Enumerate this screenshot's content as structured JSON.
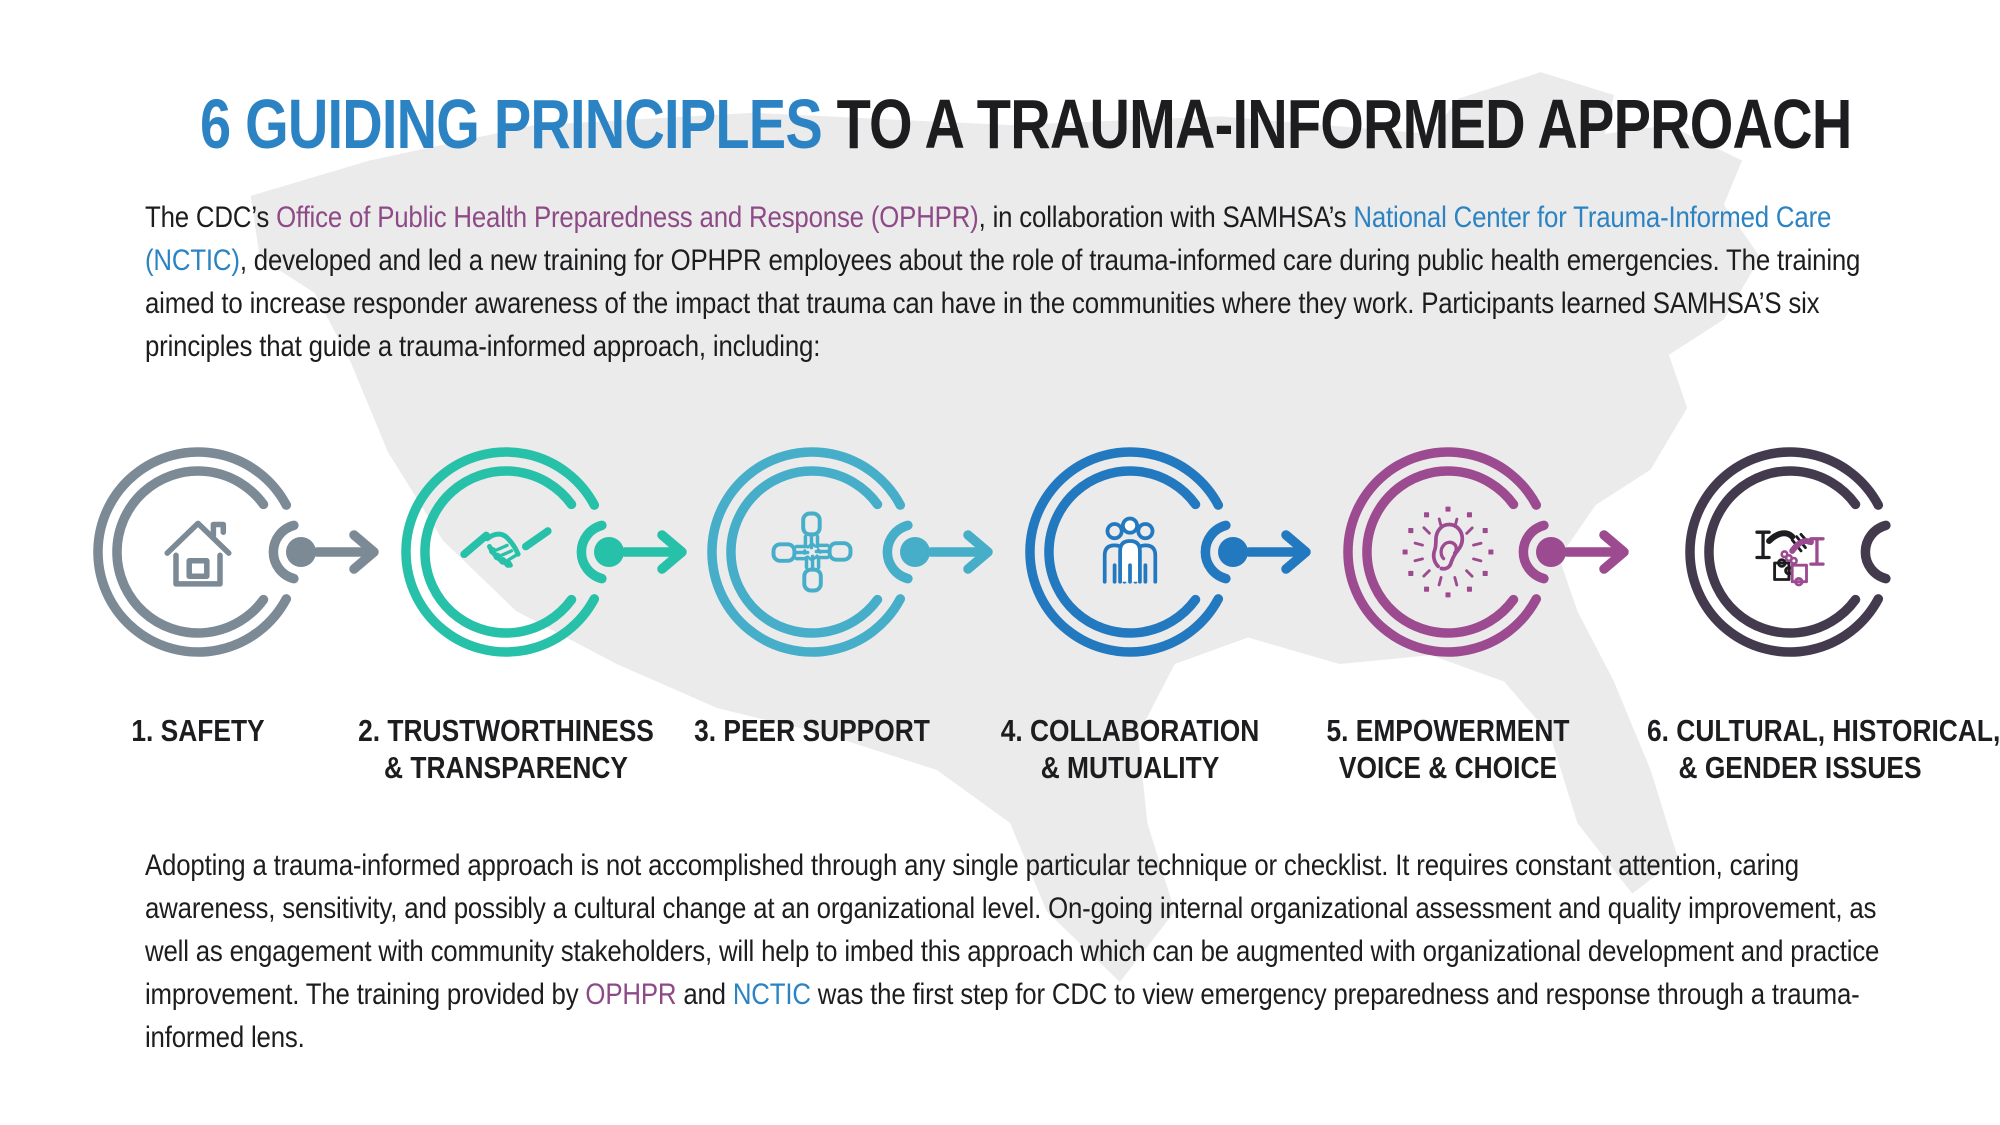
{
  "title": {
    "highlight": "6 GUIDING PRINCIPLES",
    "rest": " TO A TRAUMA-INFORMED APPROACH"
  },
  "intro": {
    "segments": [
      {
        "text": "The CDC’s ",
        "style": "default"
      },
      {
        "text": "Office of Public Health Preparedness and Response (OPHPR)",
        "style": "purple"
      },
      {
        "text": ", in collaboration with SAMHSA’s ",
        "style": "default"
      },
      {
        "text": "National Center for Trauma-Informed Care (NCTIC)",
        "style": "blue"
      },
      {
        "text": ", developed and led a new training for OPHPR employees about the role of trauma-informed care during public health emergencies. The training aimed to increase responder awareness of the impact that trauma can have in the communities where they work. Participants learned SAMHSA’S six principles that guide a trauma-informed approach, including:",
        "style": "default"
      }
    ]
  },
  "principles": [
    {
      "label_lines": [
        "1. SAFETY"
      ],
      "icon": "house-icon",
      "color": "#7c8a95",
      "arrow": true
    },
    {
      "label_lines": [
        "2. TRUSTWORTHINESS",
        "& TRANSPARENCY"
      ],
      "icon": "handshake-icon",
      "color": "#27c0a8",
      "arrow": true
    },
    {
      "label_lines": [
        "3. PEER SUPPORT"
      ],
      "icon": "peer-hands-icon",
      "color": "#47aec9",
      "arrow": true
    },
    {
      "label_lines": [
        "4. COLLABORATION",
        "& MUTUALITY"
      ],
      "icon": "people-group-icon",
      "color": "#2379bf",
      "arrow": true
    },
    {
      "label_lines": [
        "5. EMPOWERMENT",
        "VOICE & CHOICE"
      ],
      "icon": "ear-listening-icon",
      "color": "#9d4b90",
      "arrow": true
    },
    {
      "label_lines": [
        "6. CULTURAL, HISTORICAL,",
        "& GENDER ISSUES"
      ],
      "icon": "handshake-puzzle-icon",
      "color": "#443a4e",
      "accent": "#9c4b90",
      "secondary": "#1d1d21",
      "arrow": false
    }
  ],
  "outro": {
    "segments": [
      {
        "text": "Adopting a trauma-informed approach is not accomplished through any single particular technique or checklist. It requires constant attention, caring awareness, sensitivity, and possibly a cultural change at an organizational level. On-going internal organizational assessment and quality improvement, as well as engagement with community stakeholders, will help to imbed this approach which can be augmented with organizational development and practice improvement. The training provided by ",
        "style": "default"
      },
      {
        "text": "OPHPR",
        "style": "purple"
      },
      {
        "text": " and ",
        "style": "default"
      },
      {
        "text": "NCTIC",
        "style": "blue"
      },
      {
        "text": " was the first step for CDC to view emergency preparedness and response through a trauma-informed lens.",
        "style": "default"
      }
    ]
  },
  "colors": {
    "title_highlight": "#2b83c3",
    "link_purple": "#8e4a87",
    "link_blue": "#2b83c3",
    "body_text": "#1d1d1f",
    "map_silhouette": "#ebebeb"
  }
}
